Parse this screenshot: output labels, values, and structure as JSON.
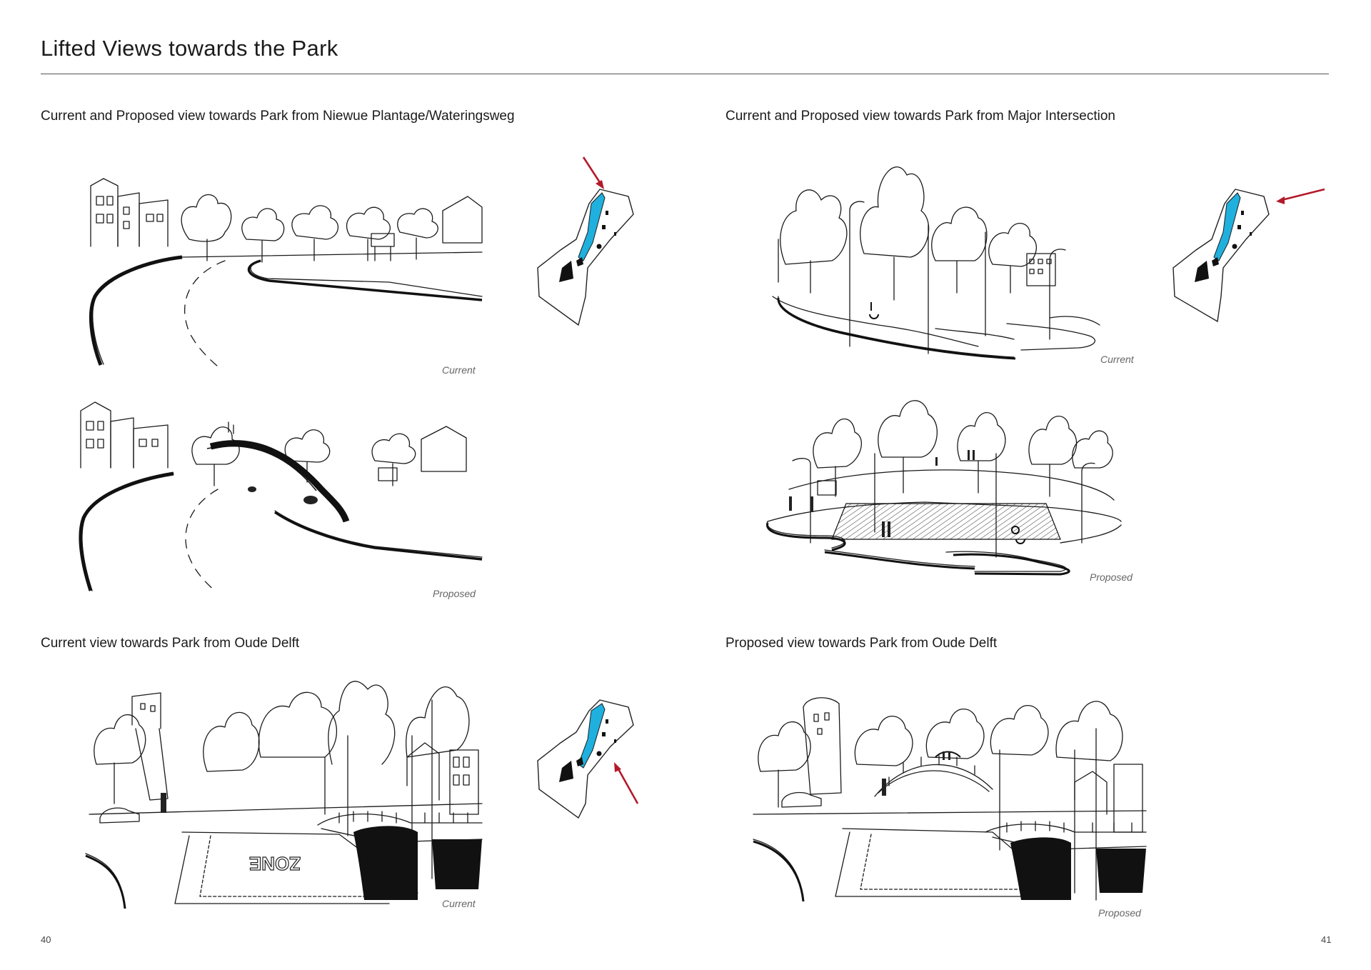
{
  "page": {
    "title": "Lifted Views towards the Park",
    "page_left": "40",
    "page_right": "41"
  },
  "sections": [
    {
      "title": "Current and Proposed view towards Park from Niewue Plantage/Wateringsweg"
    },
    {
      "title": "Current and Proposed view towards Park from Major Intersection"
    },
    {
      "title": "Current view towards Park from Oude Delft"
    },
    {
      "title": "Proposed view towards Park from Oude Delft"
    }
  ],
  "captions": {
    "current": "Current",
    "proposed": "Proposed"
  },
  "sketch_text": {
    "road_marking": "ZONE"
  },
  "colors": {
    "key_highlight": "#1fb0de",
    "arrow": "#b3192a",
    "ink": "#1a1a1a"
  }
}
